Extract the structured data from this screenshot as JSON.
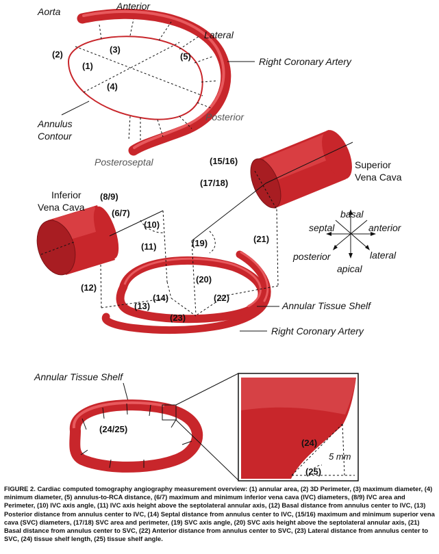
{
  "panel_top": {
    "aorta": "Aorta",
    "anterior": "Anterior",
    "lateral": "Lateral",
    "rca": "Right Coronary Artery",
    "annulus_line1": "Annulus",
    "annulus_line2": "Contour",
    "posterior": "Posterior",
    "posteroseptal": "Posteroseptal",
    "n2": "(2)",
    "n3": "(3)",
    "n1": "(1)",
    "n4": "(4)",
    "n5": "(5)"
  },
  "panel_middle": {
    "ivc_line1": "Inferior",
    "ivc_line2": "Vena Cava",
    "svc_line1": "Superior",
    "svc_line2": "Vena Cava",
    "n8_9": "(8/9)",
    "n6_7": "(6/7)",
    "n10": "(10)",
    "n11": "(11)",
    "n12": "(12)",
    "n13": "(13)",
    "n14": "(14)",
    "n15_16": "(15/16)",
    "n17_18": "(17/18)",
    "n19": "(19)",
    "n20": "(20)",
    "n21": "(21)",
    "n22": "(22)",
    "n23": "(23)",
    "shelf": "Annular Tissue Shelf",
    "rca": "Right Coronary Artery",
    "dir_basal": "basal",
    "dir_septal": "septal",
    "dir_anterior": "anterior",
    "dir_posterior": "posterior",
    "dir_lateral": "lateral",
    "dir_apical": "apical"
  },
  "panel_bottom": {
    "shelf": "Annular Tissue Shelf",
    "n24_25": "(24/25)",
    "n24": "(24)",
    "n25": "(25)",
    "mm": "5 mm"
  },
  "caption": {
    "label": "FIGURE 2.",
    "text": "Cardiac computed tomography angiography measurement overview: (1) annular area, (2) 3D Perimeter, (3) maximum diameter, (4) minimum diameter, (5) annulus-to-RCA distance, (6/7) maximum and minimum inferior vena cava (IVC) diameters, (8/9) IVC area and Perimeter, (10) IVC axis angle, (11) IVC axis height above the septolateral annular axis, (12) Basal distance from annulus center to IVC, (13) Posterior distance from annulus center to IVC, (14) Septal distance from annulus center to IVC, (15/16) maximum and minimum superior vena cava (SVC) diameters, (17/18) SVC area and perimeter, (19) SVC axis angle, (20) SVC axis height above the septolateral annular axis, (21) Basal distance from annulus center to SVC, (22) Anterior distance from annulus center to SVC, (23) Lateral distance from annulus center to SVC, (24) tissue shelf length, (25) tissue shelf angle."
  },
  "colors": {
    "vessel": "#c8262b",
    "vessel_highlight": "#e85a5e",
    "annulus_contour": "#c8262b",
    "measurement_lines": "#111111"
  }
}
